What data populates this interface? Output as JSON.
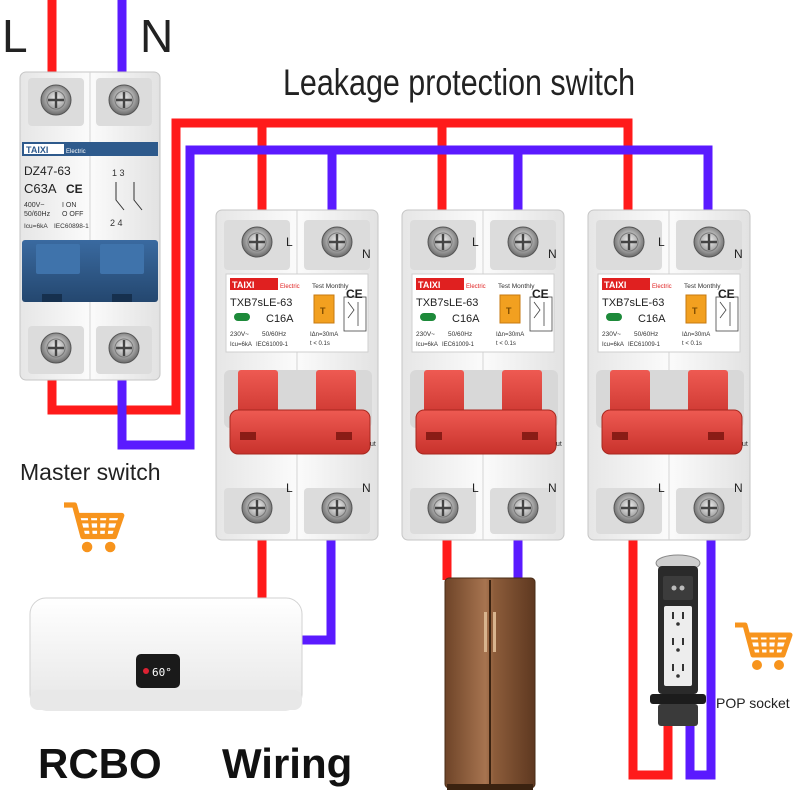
{
  "labels": {
    "line": "L",
    "neutral": "N",
    "heading": "Leakage protection switch",
    "master_switch": "Master switch",
    "pop_socket": "POP socket",
    "rcbo": "RCBO",
    "wiring": "Wiring"
  },
  "master_breaker": {
    "brand": "TAIXI",
    "brand_sub": "Electric",
    "model": "DZ47-63",
    "rating": "C63A",
    "ce": "CE",
    "voltage": "400V~",
    "frequency": "50/60Hz",
    "on": "I ON",
    "off": "O OFF",
    "icu": "Icu=6kA",
    "standard": "IEC60898-1",
    "poles_top": "1 3",
    "poles_bottom": "2 4"
  },
  "rcbo": {
    "brand": "TAIXI",
    "brand_sub": "Electric",
    "model": "TXB7sLE-63",
    "rating": "C16A",
    "ce": "CE",
    "test": "Test Monthly",
    "test_button": "T",
    "voltage": "230V~",
    "frequency": "50/60Hz",
    "icu": "Icu=6kA",
    "standard": "IEC61009-1",
    "leak": "IΔn=30mA",
    "trip_time": "t < 0.1s",
    "terminal_l": "L",
    "terminal_n": "N",
    "out": "ut"
  },
  "water_heater": {
    "display": "60°"
  },
  "colors": {
    "line_wire": "#ff1a1a",
    "neutral_wire": "#5a1aff",
    "breaker_body": "#f4f4f4",
    "master_handle": "#2e5a8c",
    "rcbo_handle": "#e0403a",
    "brand_red": "#e02020",
    "test_orange": "#f2a020",
    "cart_orange": "#f7941d",
    "fridge": "#8a5a3a"
  }
}
